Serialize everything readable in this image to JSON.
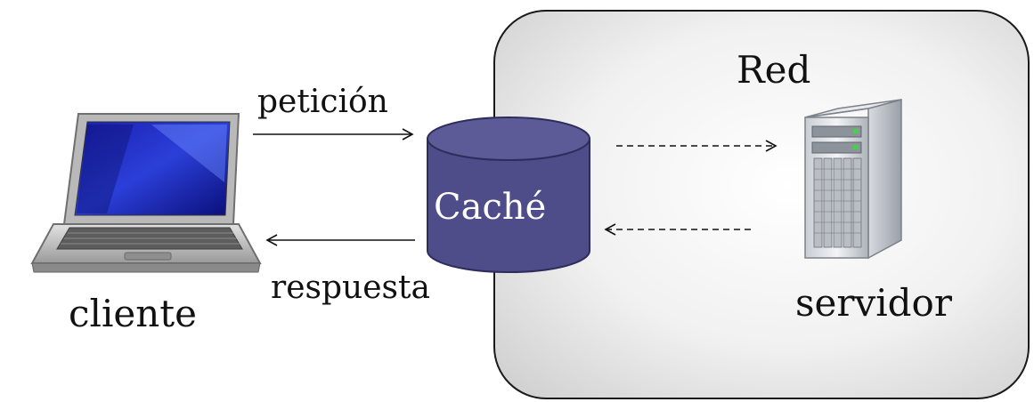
{
  "diagram": {
    "network_label": "Red",
    "client_label": "cliente",
    "server_label": "servidor",
    "cache_label": "Caché",
    "request_label": "petición",
    "response_label": "respuesta"
  },
  "colors": {
    "cache_fill": "#4f4c8a",
    "cache_top": "#5d5a98",
    "network_border": "#1a1a1a",
    "network_fill_center": "#ffffff",
    "network_fill_edge": "#d4d4d4"
  },
  "icons": {
    "client": "laptop-icon",
    "server": "server-tower-icon",
    "cache": "database-cylinder-icon"
  }
}
